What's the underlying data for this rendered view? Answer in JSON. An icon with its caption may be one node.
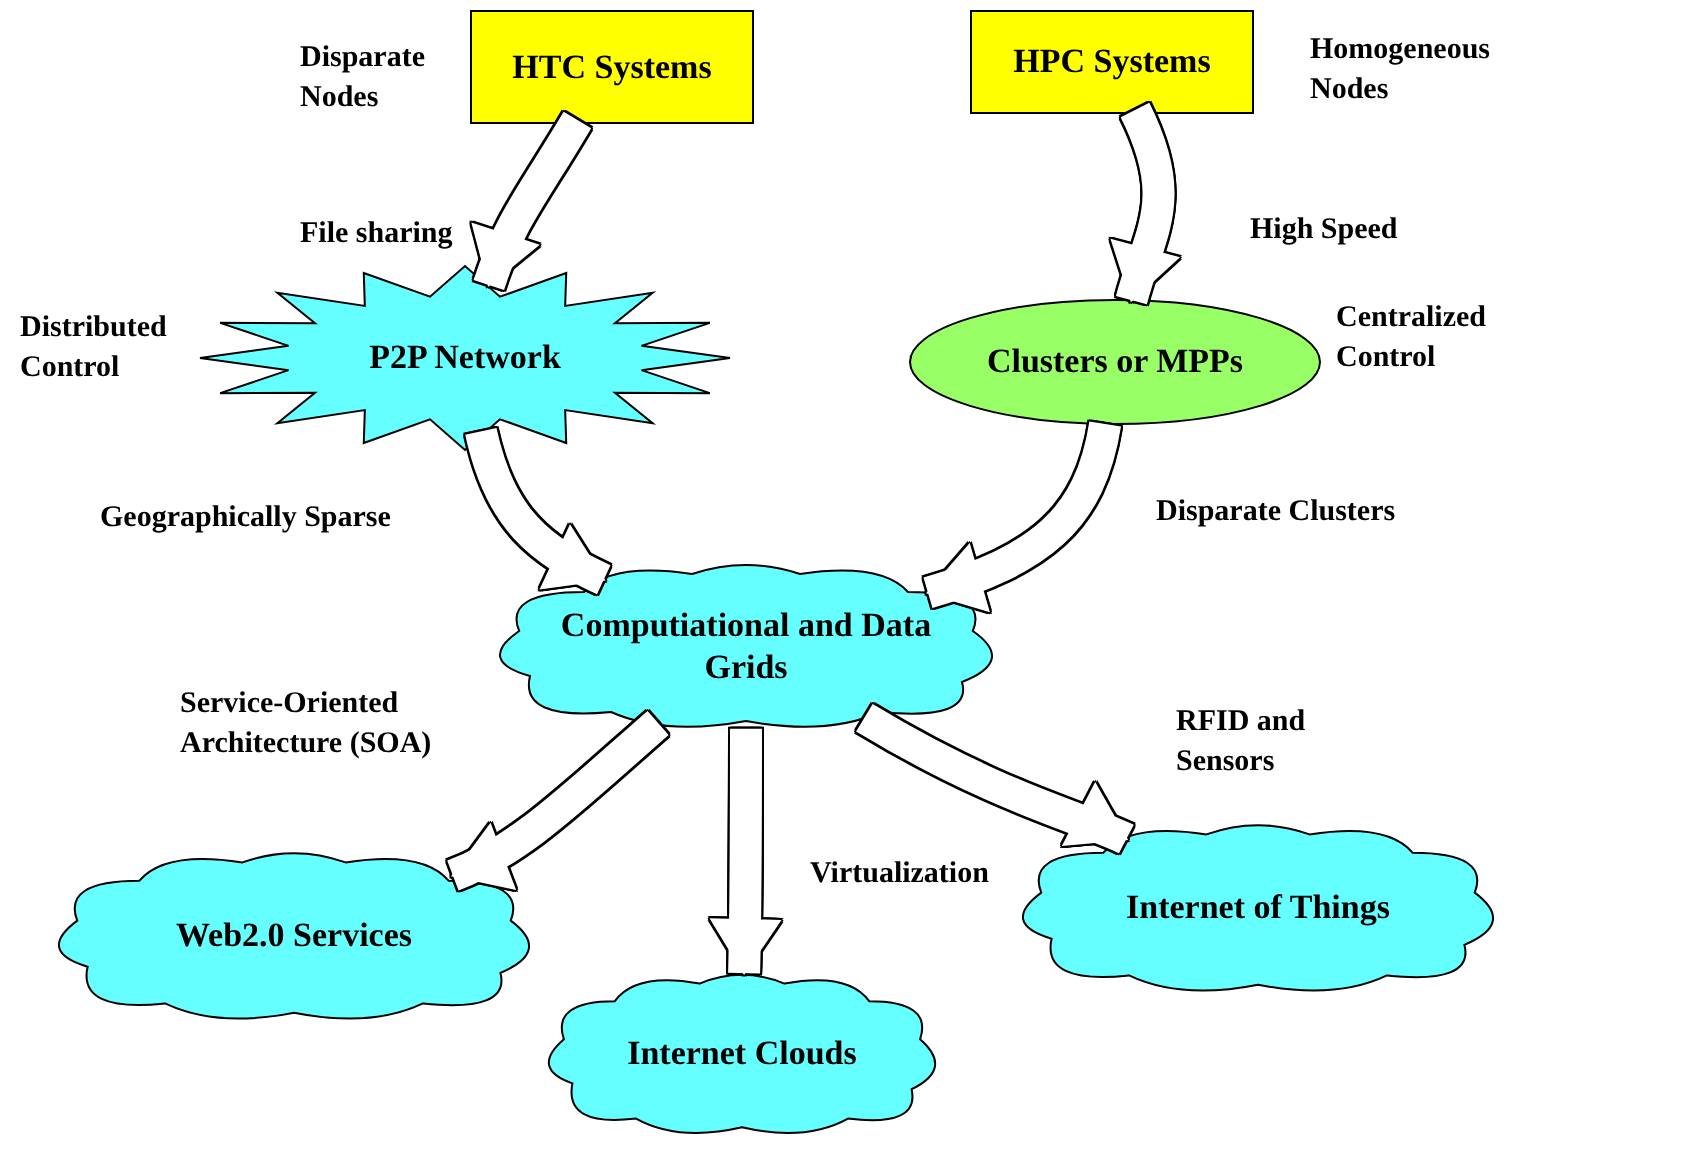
{
  "diagram": {
    "nodes": [
      {
        "text": [
          "HTC Systems"
        ],
        "beside": [
          "Disparate Nodes"
        ]
      },
      {
        "text": [
          "HPC Systems"
        ],
        "beside": [
          "Homogeneous Nodes"
        ]
      },
      {
        "text": [
          "P2P Network"
        ],
        "beside": [
          "Distributed Control"
        ]
      },
      {
        "text": [
          "Clusters or MPPs"
        ],
        "beside": [
          "Centralized Control"
        ]
      },
      {
        "text": [
          "Computiational and Data Grids"
        ]
      },
      {
        "text": [
          "Web2.0 Services"
        ]
      },
      {
        "text": [
          "Internet Clouds"
        ]
      },
      {
        "text": [
          "Internet of Things"
        ]
      }
    ],
    "edges": [
      {
        "from": 0,
        "to": 2,
        "arrow": "to",
        "label": "File sharing"
      },
      {
        "from": 1,
        "to": 3,
        "arrow": "to",
        "label": "High Speed"
      },
      {
        "from": 2,
        "to": 4,
        "arrow": "to",
        "label": "Geographically Sparse"
      },
      {
        "from": 3,
        "to": 4,
        "arrow": "to",
        "label": "Disparate Clusters"
      },
      {
        "from": 4,
        "to": 5,
        "arrow": "to",
        "label": "Service-Oriented Architecture (SOA)"
      },
      {
        "from": 4,
        "to": 6,
        "arrow": "to",
        "label": "Virtualization"
      },
      {
        "from": 4,
        "to": 7,
        "arrow": "to",
        "label": "RFID and Sensors"
      }
    ]
  }
}
